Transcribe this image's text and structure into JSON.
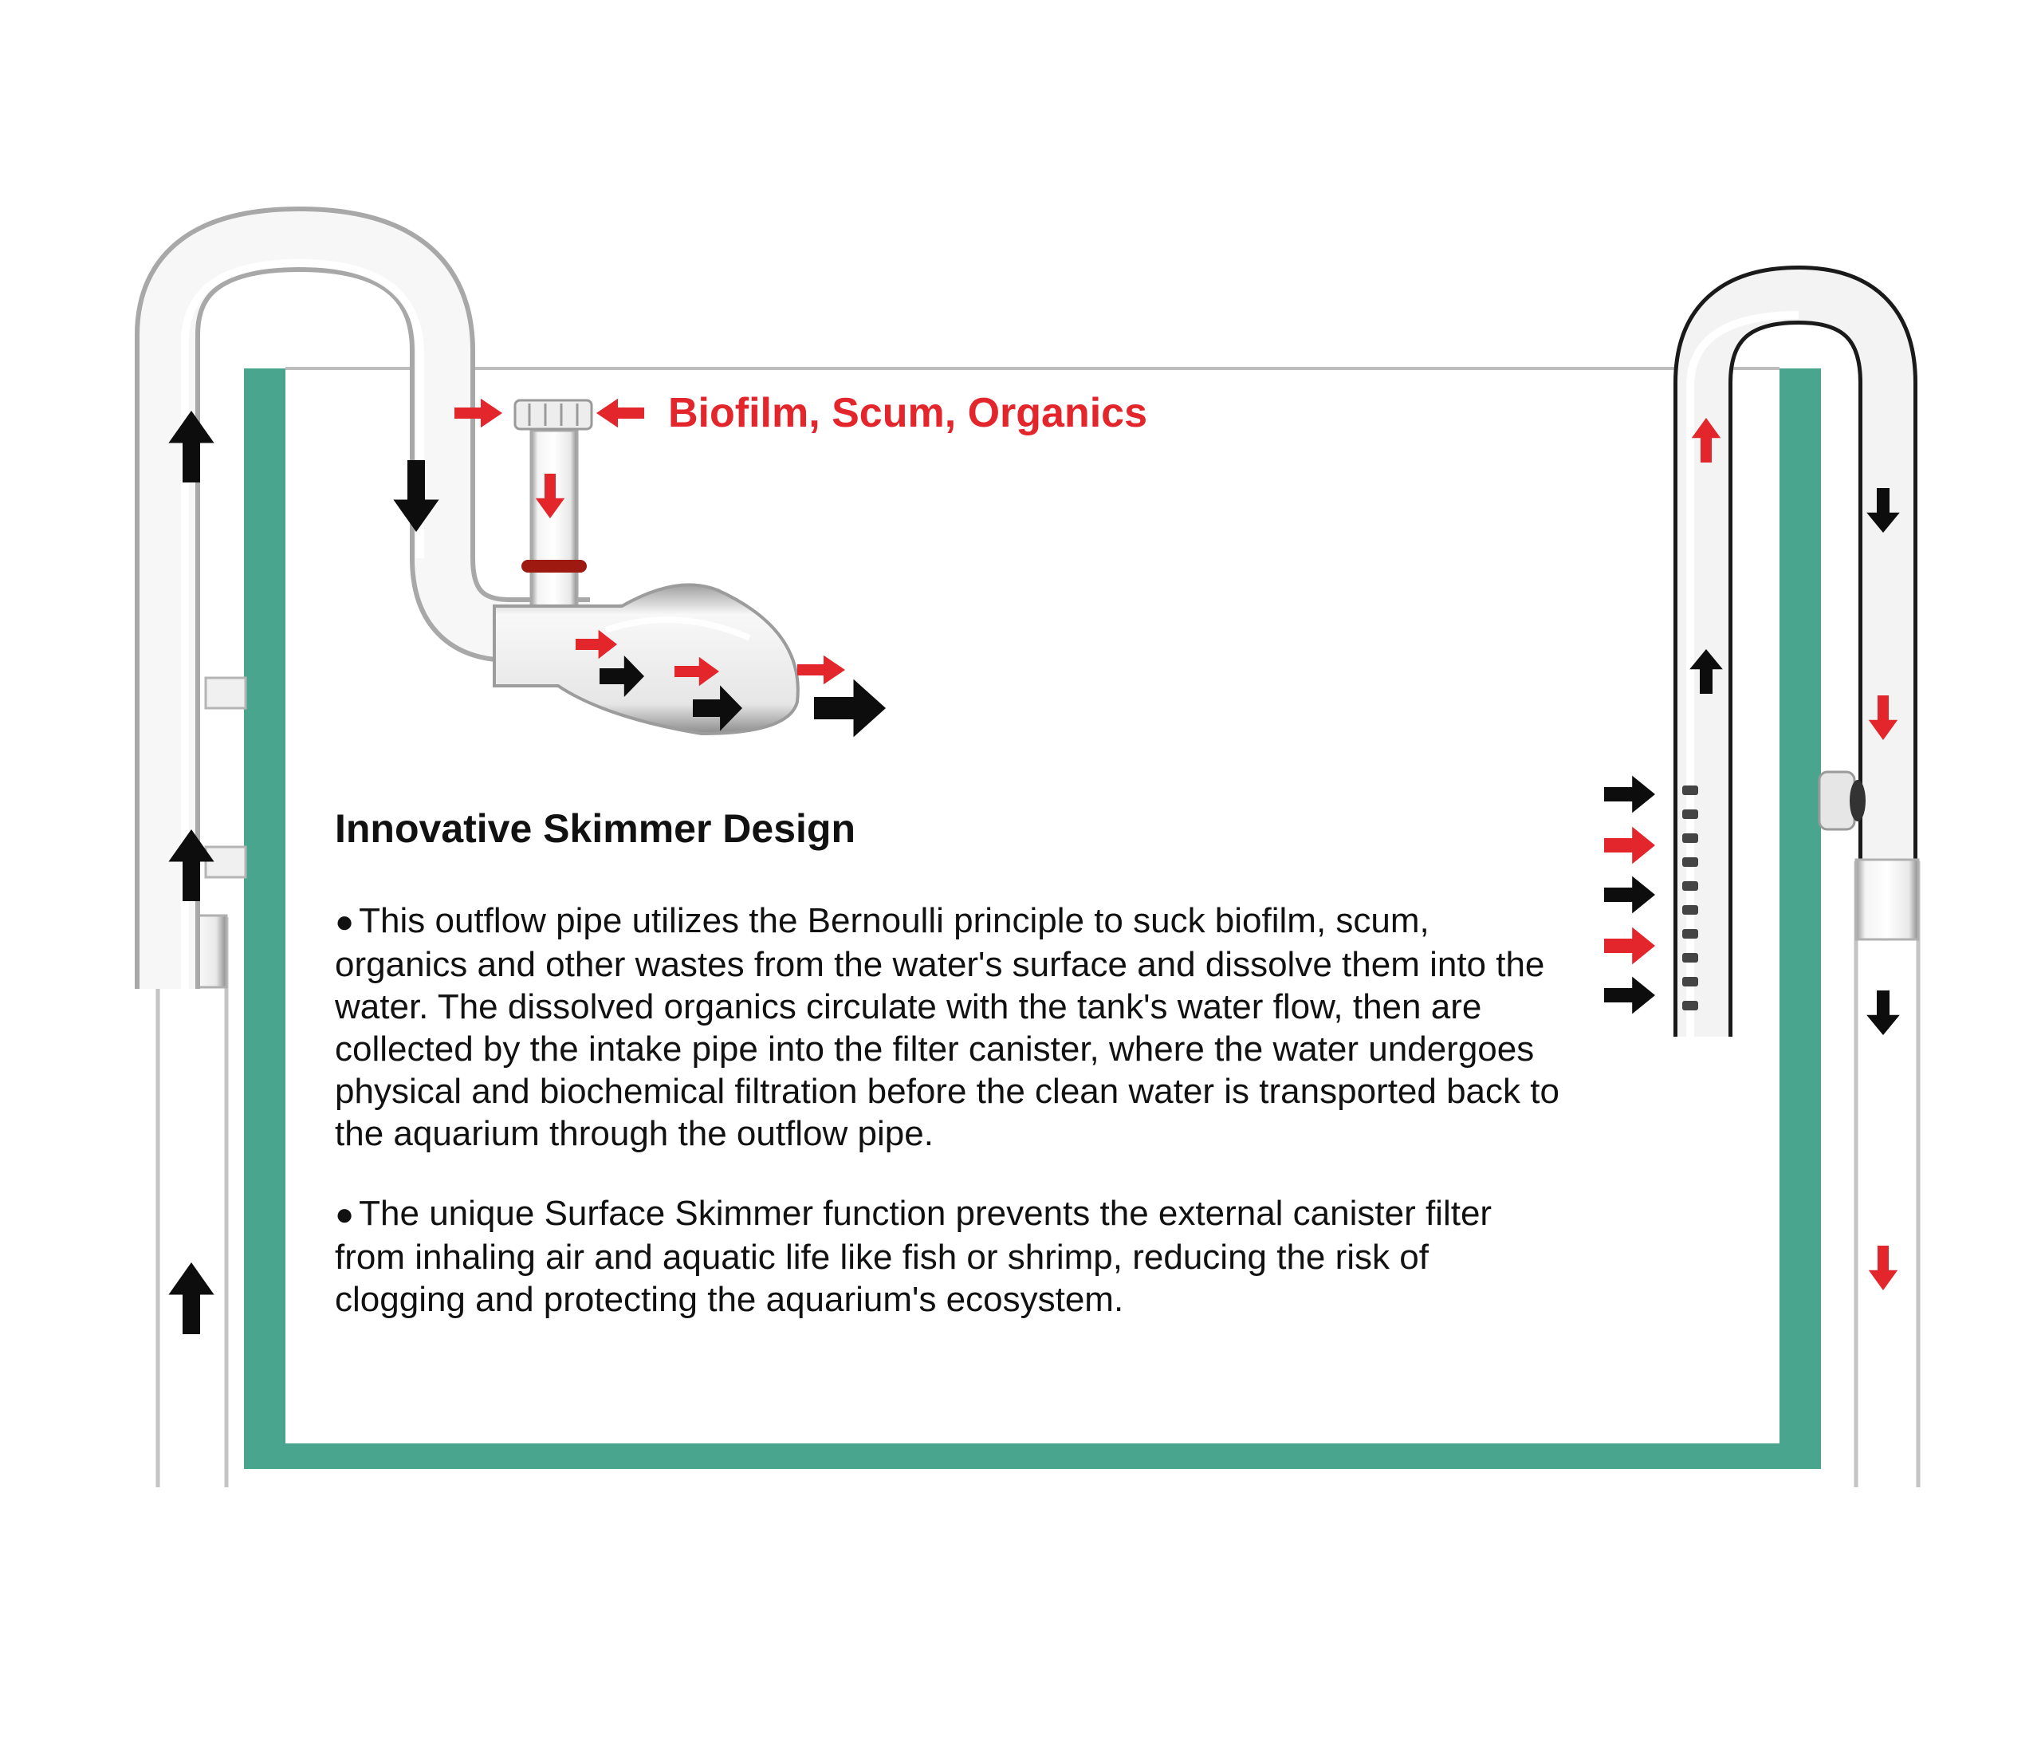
{
  "callout": {
    "text": "Biofilm, Scum, Organics"
  },
  "content": {
    "heading": "Innovative Skimmer Design",
    "bullet_symbol": "●",
    "paragraphs": [
      "This outflow pipe utilizes the Bernoulli principle to suck biofilm, scum, organics and other wastes from the water's surface and dissolve them into the water. The dissolved organics circulate with the tank's water flow, then are collected by the intake pipe into the filter canister, where the water undergoes physical and biochemical filtration before the clean water is transported back to the aquarium through the outflow pipe.",
      "The unique Surface Skimmer function prevents the external canister filter from inhaling air and aquatic life like fish or shrimp, reducing the risk of clogging and protecting the aquarium's ecosystem."
    ]
  },
  "colors": {
    "tank_wall": "#4aa58e",
    "flow_arrow_black": "#0d0d0d",
    "flow_arrow_red": "#e3262b",
    "glass_outline": "#b8b8b8",
    "seal_ring": "#9e1a10"
  },
  "icons": {
    "flow": "arrow-icon",
    "skimmer_head": "skimmer-inlet-icon",
    "suction_cup": "suction-cup-icon"
  }
}
